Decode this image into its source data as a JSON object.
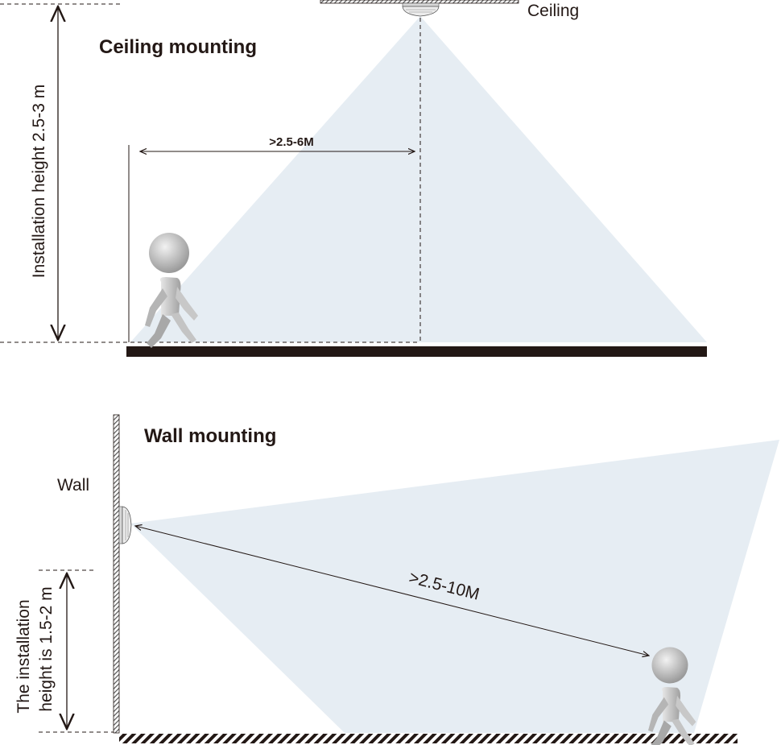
{
  "ceiling_section": {
    "title": "Ceiling mounting",
    "surface_label": "Ceiling",
    "height_label": "Installation height 2.5-3 m",
    "range_label": ">2.5-6M"
  },
  "wall_section": {
    "title": "Wall mounting",
    "surface_label": "Wall",
    "height_label_line1": "The installation",
    "height_label_line2": "height is 1.5-2 m",
    "range_label": ">2.5-10M"
  },
  "colors": {
    "detection_zone": "#e6edf3",
    "ink": "#231815"
  },
  "icons": [
    "pir-sensor-icon",
    "person-icon"
  ]
}
